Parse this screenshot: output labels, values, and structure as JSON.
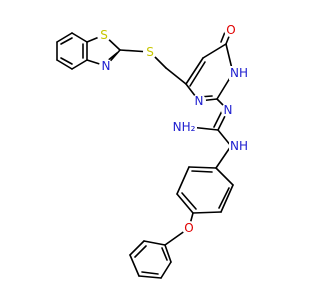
{
  "colors": {
    "background": "#ffffff",
    "carbon_bond": "#000000",
    "sulfur": "#c6c600",
    "nitrogen": "#2020d0",
    "oxygen": "#e00000"
  },
  "atoms": [
    {
      "id": "s-thiazole",
      "label": "S",
      "element": "S"
    },
    {
      "id": "n-thiazole",
      "label": "N",
      "element": "N"
    },
    {
      "id": "s-thioether",
      "label": "S",
      "element": "S"
    },
    {
      "id": "o-carbonyl",
      "label": "O",
      "element": "O"
    },
    {
      "id": "nh-pyrimidine",
      "label": "NH",
      "element": "N"
    },
    {
      "id": "n-pyrimidine",
      "label": "N",
      "element": "N"
    },
    {
      "id": "n-guanidine",
      "label": "N",
      "element": "N"
    },
    {
      "id": "nh2-guanidine",
      "label": "NH₂",
      "element": "N"
    },
    {
      "id": "nh-anilino",
      "label": "NH",
      "element": "N"
    },
    {
      "id": "o-ether",
      "label": "O",
      "element": "O"
    }
  ]
}
